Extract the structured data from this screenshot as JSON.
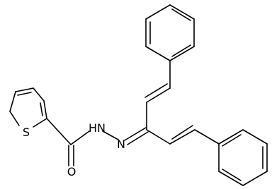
{
  "molecule": {
    "atoms": {
      "S": "S",
      "O": "O",
      "NH": "HN",
      "N": "N"
    },
    "colors": {
      "bond": "#000000",
      "background": "#ffffff"
    }
  }
}
